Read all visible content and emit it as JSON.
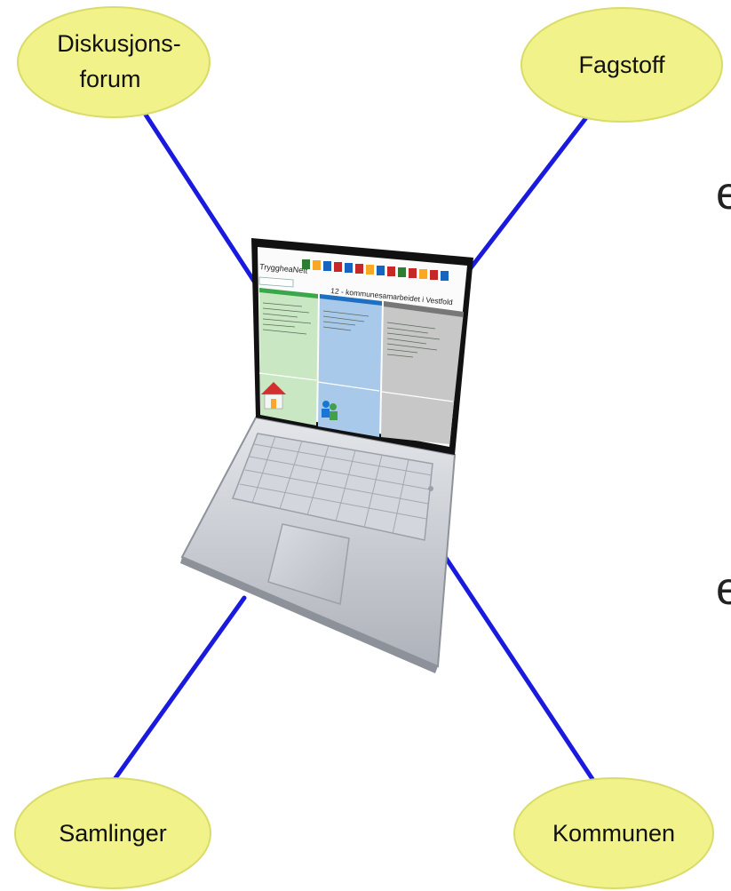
{
  "colors": {
    "node_fill": "#f1f28a",
    "node_stroke": "#d9dc6a",
    "connector": "#1a1adf",
    "screen_green": "#c9e7c3",
    "screen_blue": "#a9c9ea",
    "screen_gray": "#c7c7c7",
    "laptop_body": "#c9ccd3"
  },
  "nodes": {
    "top_left": {
      "line1": "Diskusjons-",
      "line2": "forum"
    },
    "top_right": {
      "label": "Fagstoff"
    },
    "bottom_left": {
      "label": "Samlinger"
    },
    "bottom_right": {
      "label": "Kommunen"
    }
  },
  "clipped_text": {
    "upper": "e",
    "lower": "e"
  },
  "laptop_screen": {
    "site_name": "TryggheaNett",
    "header": "12 - kommunesamarbeidet i Vestfold"
  },
  "icons": [
    "laptop-icon",
    "house-icon",
    "people-icon"
  ]
}
